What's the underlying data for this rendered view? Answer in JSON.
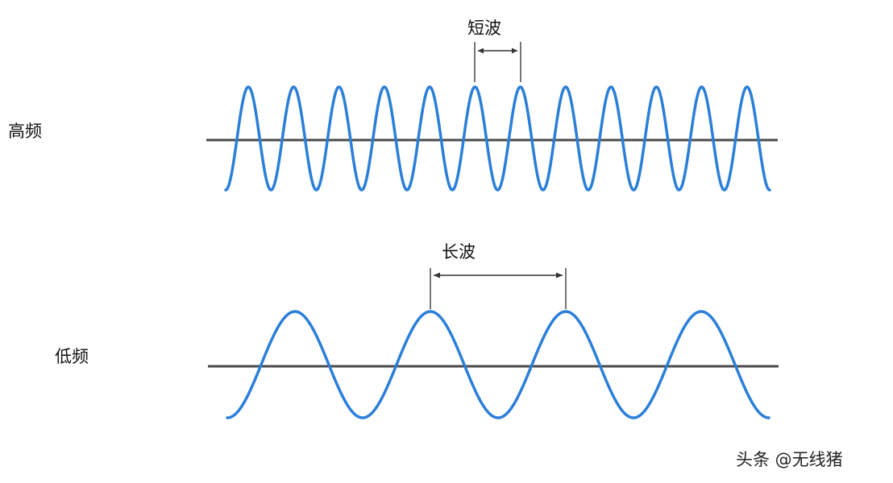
{
  "high_freq": {
    "label": "高频",
    "wavelength_label": "短波",
    "cycles": 12
  },
  "low_freq": {
    "label": "低频",
    "wavelength_label": "长波",
    "cycles": 4
  },
  "watermark": "头条 @无线猪",
  "colors": {
    "wave": "#2b7fd8",
    "axis": "#4a4a4a",
    "marker": "#777777",
    "arrow": "#333333"
  }
}
